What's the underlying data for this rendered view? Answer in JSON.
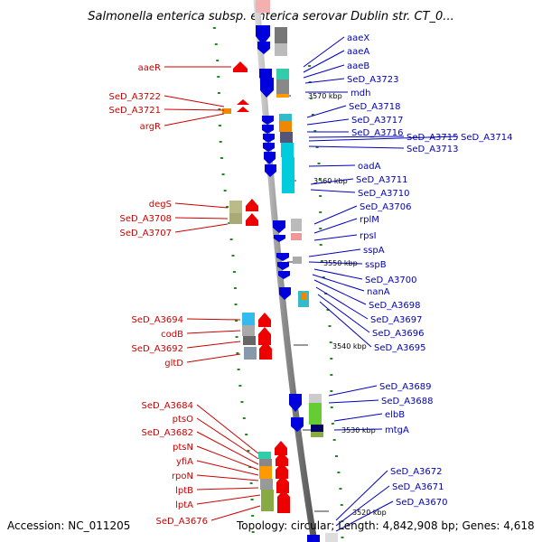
{
  "title": "Salmonella enterica subsp. enterica serovar Dublin str. CT_0...",
  "footer": {
    "accession": "Accession: NC_011205",
    "summary": "Topology: circular; Length: 4,842,908 bp; Genes: 4,618"
  },
  "ticks": [
    "3570 kbp",
    "3560 kbp",
    "3550 kbp",
    "3540 kbp",
    "3530 kbp",
    "3520 kbp"
  ],
  "left_labels": [
    "aaeR",
    "SeD_A3722",
    "SeD_A3721",
    "argR",
    "degS",
    "SeD_A3708",
    "SeD_A3707",
    "SeD_A3694",
    "codB",
    "SeD_A3692",
    "gltD",
    "SeD_A3684",
    "ptsO",
    "SeD_A3682",
    "ptsN",
    "yfiA",
    "rpoN",
    "lptB",
    "lptA",
    "SeD_A3676"
  ],
  "right_labels": [
    "aaeX",
    "aaeA",
    "aaeB",
    "SeD_A3723",
    "mdh",
    "SeD_A3718",
    "SeD_A3717",
    "SeD_A3716",
    "SeD_A3715",
    "SeD_A3714",
    "SeD_A3713",
    "oadA",
    "SeD_A3711",
    "SeD_A3710",
    "SeD_A3706",
    "rplM",
    "rpsI",
    "sspA",
    "sspB",
    "SeD_A3700",
    "nanA",
    "SeD_A3698",
    "SeD_A3697",
    "SeD_A3696",
    "SeD_A3695",
    "SeD_A3689",
    "SeD_A3688",
    "elbB",
    "mtgA",
    "SeD_A3672",
    "SeD_A3671",
    "SeD_A3670"
  ],
  "colors": {
    "forward_strand": "#ee0000",
    "reverse_strand": "#0000dd",
    "left_label": "#cc0000",
    "right_label": "#0000bb",
    "backbone": "#888888",
    "tick": "#228822"
  }
}
